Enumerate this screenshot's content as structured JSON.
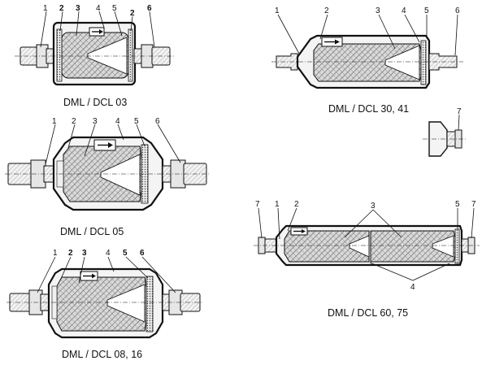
{
  "figure": {
    "panels": [
      {
        "id": "dcl03",
        "caption": "DML / DCL 03",
        "callouts": [
          {
            "label": "1",
            "bold": false
          },
          {
            "label": "2",
            "bold": true
          },
          {
            "label": "3",
            "bold": true
          },
          {
            "label": "4",
            "bold": false
          },
          {
            "label": "5",
            "bold": false
          },
          {
            "label": "6",
            "bold": true
          }
        ],
        "extra_callouts": [
          {
            "label": "2",
            "bold": true
          }
        ]
      },
      {
        "id": "dcl05",
        "caption": "DML / DCL 05",
        "callouts": [
          {
            "label": "1",
            "bold": false
          },
          {
            "label": "2",
            "bold": false
          },
          {
            "label": "3",
            "bold": false
          },
          {
            "label": "4",
            "bold": false
          },
          {
            "label": "5",
            "bold": false
          },
          {
            "label": "6",
            "bold": false
          }
        ]
      },
      {
        "id": "dcl0816",
        "caption": "DML / DCL 08, 16",
        "callouts": [
          {
            "label": "1",
            "bold": false
          },
          {
            "label": "2",
            "bold": true
          },
          {
            "label": "3",
            "bold": true
          },
          {
            "label": "4",
            "bold": false
          },
          {
            "label": "5",
            "bold": true
          },
          {
            "label": "6",
            "bold": true
          }
        ]
      },
      {
        "id": "dcl3041",
        "caption": "DML / DCL 30, 41",
        "callouts": [
          {
            "label": "1",
            "bold": false
          },
          {
            "label": "2",
            "bold": false
          },
          {
            "label": "3",
            "bold": false
          },
          {
            "label": "4",
            "bold": false
          },
          {
            "label": "5",
            "bold": false
          },
          {
            "label": "6",
            "bold": false
          }
        ]
      },
      {
        "id": "detail7",
        "caption": "",
        "callouts": [
          {
            "label": "7",
            "bold": false
          }
        ]
      },
      {
        "id": "dcl6075",
        "caption": "DML / DCL 60, 75",
        "callouts": [
          {
            "label": "7",
            "bold": false
          },
          {
            "label": "1",
            "bold": false
          },
          {
            "label": "2",
            "bold": false
          },
          {
            "label": "3",
            "bold": false
          },
          {
            "label": "5",
            "bold": false
          },
          {
            "label": "7",
            "bold": false
          },
          {
            "label": "4",
            "bold": false
          }
        ]
      }
    ]
  }
}
